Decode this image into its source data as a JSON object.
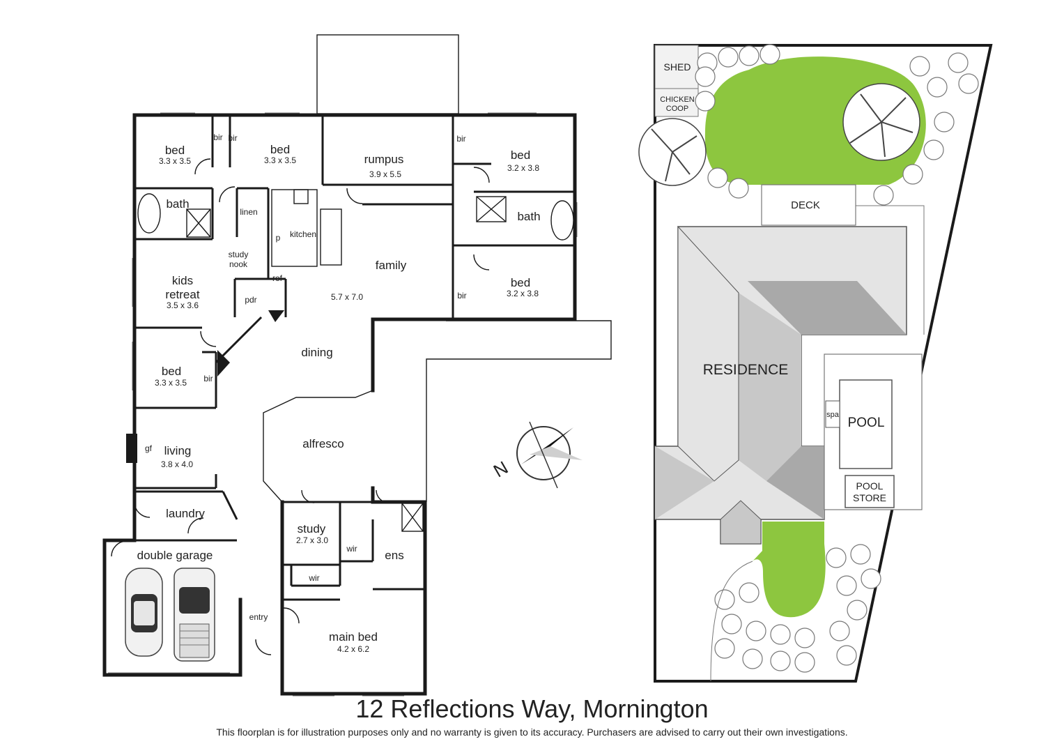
{
  "floorplan": {
    "rooms": [
      {
        "id": "bed-nw",
        "name": "bed",
        "dims": "3.3 x 3.5"
      },
      {
        "id": "bed-n2",
        "name": "bed",
        "dims": "3.3 x 3.5"
      },
      {
        "id": "rumpus",
        "name": "rumpus",
        "dims": "3.9 x 5.5"
      },
      {
        "id": "bed-ne1",
        "name": "bed",
        "dims": "3.2 x 3.8"
      },
      {
        "id": "bath-w",
        "name": "bath",
        "dims": ""
      },
      {
        "id": "linen",
        "name": "linen",
        "dims": ""
      },
      {
        "id": "kitchen",
        "name": "kitchen",
        "dims": ""
      },
      {
        "id": "bath-e",
        "name": "bath",
        "dims": ""
      },
      {
        "id": "family",
        "name": "family",
        "dims": "5.7 x 7.0"
      },
      {
        "id": "kids-retreat",
        "name": "kids retreat",
        "dims": "3.5 x 3.6"
      },
      {
        "id": "study-nook",
        "name": "study nook",
        "dims": ""
      },
      {
        "id": "bed-ne2",
        "name": "bed",
        "dims": "3.2 x 3.8"
      },
      {
        "id": "pdr",
        "name": "pdr",
        "dims": ""
      },
      {
        "id": "dining",
        "name": "dining",
        "dims": ""
      },
      {
        "id": "bed-w",
        "name": "bed",
        "dims": "3.3 x 3.5"
      },
      {
        "id": "alfresco",
        "name": "alfresco",
        "dims": ""
      },
      {
        "id": "living",
        "name": "living",
        "dims": "3.8 x 4.0"
      },
      {
        "id": "laundry",
        "name": "laundry",
        "dims": ""
      },
      {
        "id": "study",
        "name": "study",
        "dims": "2.7 x 3.0"
      },
      {
        "id": "ens",
        "name": "ens",
        "dims": ""
      },
      {
        "id": "double-garage",
        "name": "double garage",
        "dims": ""
      },
      {
        "id": "entry",
        "name": "entry",
        "dims": ""
      },
      {
        "id": "main-bed",
        "name": "main bed",
        "dims": "4.2 x 6.2"
      }
    ],
    "small_labels": {
      "bir_1": "bir",
      "bir_2": "bir",
      "bir_3": "bir",
      "bir_4": "bir",
      "bir_5": "bir",
      "p": "p",
      "ref": "ref",
      "gf": "gf",
      "wir_1": "wir",
      "wir_2": "wir"
    },
    "compass": "N"
  },
  "site_plan": {
    "shed": "SHED",
    "chicken_coop": [
      "CHICKEN",
      "COOP"
    ],
    "deck": "DECK",
    "residence": "RESIDENCE",
    "spa": "spa",
    "pool": "POOL",
    "pool_store": [
      "POOL",
      "STORE"
    ]
  },
  "colors": {
    "lawn": "#8dc63f",
    "roof_light": "#e4e4e4",
    "roof_mid": "#c8c8c8",
    "roof_dark": "#a9a9a9",
    "wall": "#1a1a1a"
  },
  "footer": {
    "address": "12 Reflections Way, Mornington",
    "disclaimer": "This floorplan is for illustration purposes only and no warranty is given to its accuracy. Purchasers are advised to carry out their own investigations."
  }
}
